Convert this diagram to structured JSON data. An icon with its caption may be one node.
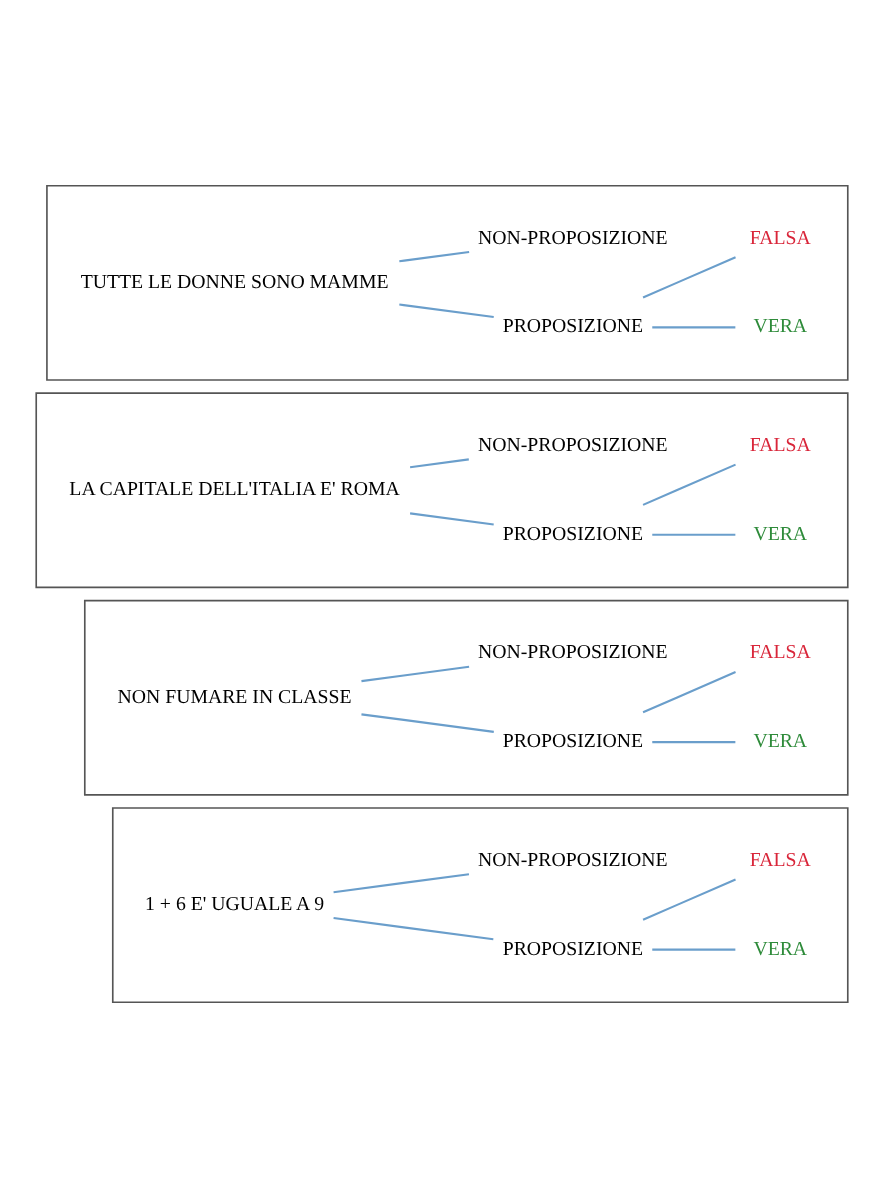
{
  "diagram": {
    "nodes": [
      {
        "text": [],
        "shape": "box"
      },
      {
        "text": [
          "1 + 6 E' UGUALE A 9"
        ],
        "in": 0
      },
      {
        "text": [
          "PROPOSIZIONE"
        ],
        "in": 0
      },
      {
        "text": [
          "VERA"
        ],
        "in": 0
      },
      {
        "text": [
          "FALSA"
        ],
        "in": 0
      },
      {
        "text": [
          "NON-PROPOSIZIONE"
        ],
        "in": 0
      },
      {
        "text": [],
        "shape": "box"
      },
      {
        "text": [
          "NON FUMARE IN CLASSE"
        ],
        "in": 6
      },
      {
        "text": [
          "PROPOSIZIONE"
        ],
        "in": 6
      },
      {
        "text": [
          "VERA"
        ],
        "in": 6
      },
      {
        "text": [
          "FALSA"
        ],
        "in": 6
      },
      {
        "text": [
          "NON-PROPOSIZIONE"
        ],
        "in": 6
      },
      {
        "text": [],
        "shape": "box"
      },
      {
        "text": [
          "LA CAPITALE DELL'ITALIA E' ROMA"
        ],
        "in": 12
      },
      {
        "text": [
          "PROPOSIZIONE"
        ],
        "in": 12
      },
      {
        "text": [
          "VERA"
        ],
        "in": 12
      },
      {
        "text": [
          "FALSA"
        ],
        "in": 12
      },
      {
        "text": [
          "NON-PROPOSIZIONE"
        ],
        "in": 12
      },
      {
        "text": [],
        "shape": "box"
      },
      {
        "text": [
          "TUTTE LE DONNE SONO MAMME"
        ],
        "in": 18
      },
      {
        "text": [
          "PROPOSIZIONE"
        ],
        "in": 18
      },
      {
        "text": [
          "VERA"
        ],
        "in": 18
      },
      {
        "text": [
          "FALSA"
        ],
        "in": 18
      },
      {
        "text": [
          "NON-PROPOSIZIONE"
        ],
        "in": 18
      }
    ],
    "edges": [
      {
        "from": 1,
        "to": 2,
        "arrow": "none"
      },
      {
        "from": 2,
        "to": 3,
        "arrow": "none"
      },
      {
        "from": 2,
        "to": 4,
        "arrow": "none"
      },
      {
        "from": 1,
        "to": 5,
        "arrow": "none"
      },
      {
        "from": 7,
        "to": 8,
        "arrow": "none"
      },
      {
        "from": 8,
        "to": 9,
        "arrow": "none"
      },
      {
        "from": 8,
        "to": 10,
        "arrow": "none"
      },
      {
        "from": 7,
        "to": 11,
        "arrow": "none"
      },
      {
        "from": 13,
        "to": 14,
        "arrow": "none"
      },
      {
        "from": 14,
        "to": 15,
        "arrow": "none"
      },
      {
        "from": 14,
        "to": 16,
        "arrow": "none"
      },
      {
        "from": 13,
        "to": 17,
        "arrow": "none"
      },
      {
        "from": 19,
        "to": 20,
        "arrow": "none"
      },
      {
        "from": 20,
        "to": 21,
        "arrow": "none"
      },
      {
        "from": 20,
        "to": 22,
        "arrow": "none"
      },
      {
        "from": 19,
        "to": 23,
        "arrow": "none"
      }
    ]
  }
}
